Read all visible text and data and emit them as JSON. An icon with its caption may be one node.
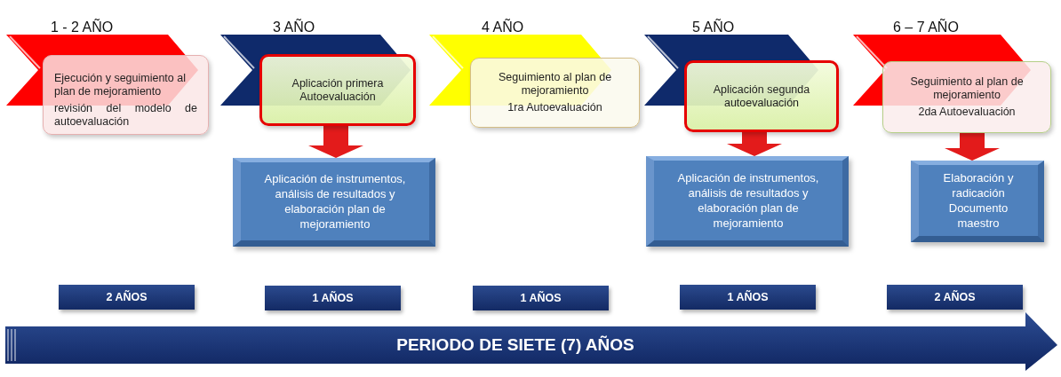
{
  "diagram": {
    "nodes": [
      {
        "text": [
          "1 - 2 AÑO"
        ]
      },
      {
        "text": [
          "Ejecución y seguimiento al plan de mejoramiento",
          "revisión del modelo de autoevaluación"
        ]
      },
      {
        "text": [
          "3 AÑO"
        ]
      },
      {
        "text": [
          "Aplicación primera Autoevaluación"
        ]
      },
      {
        "text": [
          "Aplicación de instrumentos, análisis de resultados y elaboración plan de mejoramiento"
        ]
      },
      {
        "text": [
          "4 AÑO"
        ]
      },
      {
        "text": [
          "Seguimiento al plan de mejoramiento",
          "1ra Autoevaluación"
        ]
      },
      {
        "text": [
          "5 AÑO"
        ]
      },
      {
        "text": [
          "Aplicación segunda autoevaluación"
        ]
      },
      {
        "text": [
          "Aplicación de instrumentos, análisis de resultados y elaboración plan de mejoramiento"
        ]
      },
      {
        "text": [
          "6 – 7 AÑO"
        ]
      },
      {
        "text": [
          "Seguimiento al plan de mejoramiento",
          "2da Autoevaluación"
        ]
      },
      {
        "text": [
          "Elaboración y radicación Documento maestro"
        ]
      },
      {
        "text": [
          "2 AÑOS"
        ]
      },
      {
        "text": [
          "1 AÑOS"
        ]
      },
      {
        "text": [
          "1 AÑOS"
        ]
      },
      {
        "text": [
          "1 AÑOS"
        ]
      },
      {
        "text": [
          "2 AÑOS"
        ]
      },
      {
        "text": [
          "PERIODO DE SIETE (7) AÑOS"
        ]
      }
    ],
    "edges": [
      {
        "from": 3,
        "to": 4,
        "arrow": "to"
      },
      {
        "from": 8,
        "to": 9,
        "arrow": "to"
      },
      {
        "from": 11,
        "to": 12,
        "arrow": "to"
      }
    ]
  }
}
